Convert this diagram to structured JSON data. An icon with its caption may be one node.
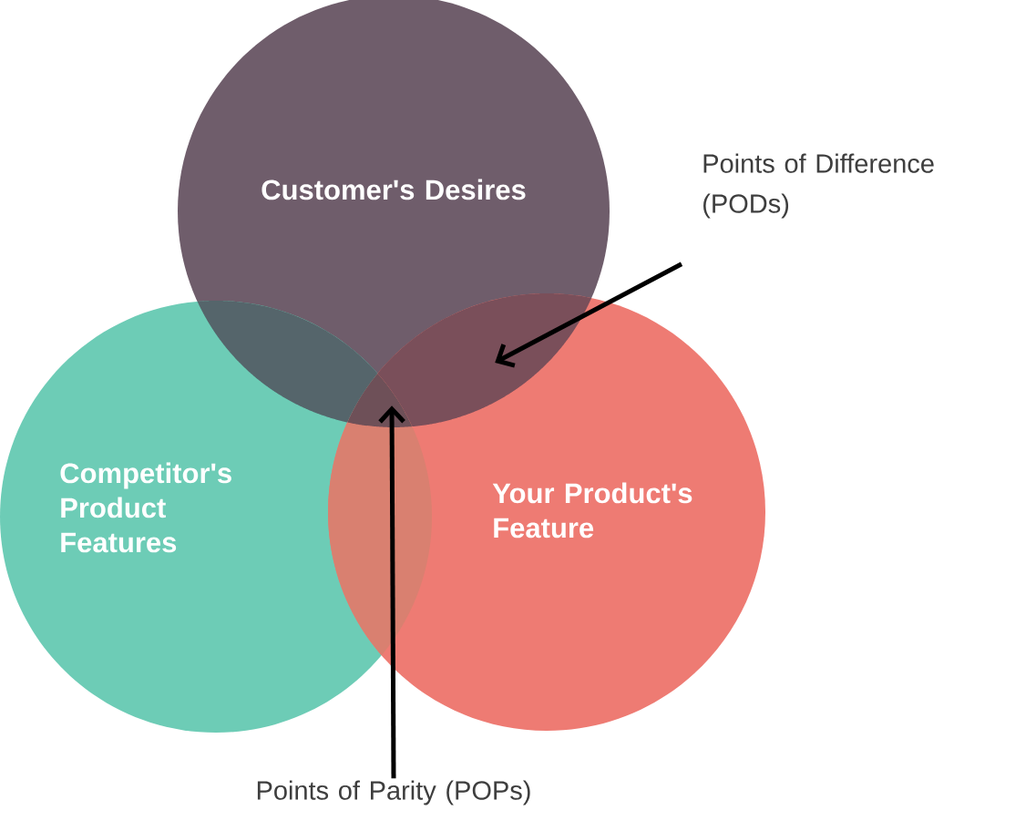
{
  "diagram": {
    "nodes": [
      {
        "text": [
          "Customer's Desires"
        ]
      },
      {
        "text": [
          "Competitor's Product Features"
        ]
      },
      {
        "text": [
          "Your Product's Feature"
        ]
      },
      {
        "text": [
          "Points of Difference (PODs)"
        ]
      },
      {
        "text": [
          "Points of Parity (POPs)"
        ]
      },
      {
        "text": [],
        "shape": "lens"
      },
      {
        "text": [],
        "shape": "lens"
      },
      {
        "text": [],
        "shape": "lens"
      },
      {
        "text": [],
        "shape": "triangle"
      }
    ],
    "edges": [
      {
        "from": 3,
        "to": 6,
        "arrow": "to"
      },
      {
        "from": 4,
        "to": 8,
        "arrow": "to"
      }
    ]
  }
}
